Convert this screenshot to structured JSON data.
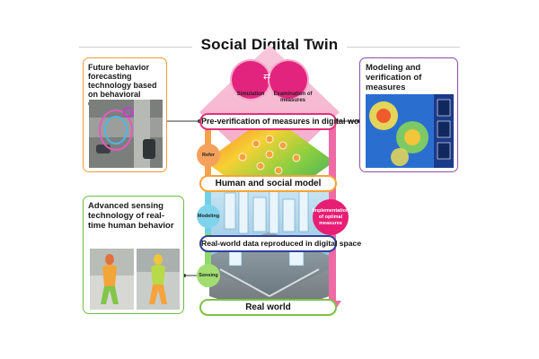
{
  "title": "Social Digital Twin",
  "panels": {
    "forecast": {
      "title": "Future behavior forecasting technology based on behavioral characteristics"
    },
    "sensing": {
      "title": "Advanced sensing technology of real-time human behavior"
    },
    "modeling": {
      "title": "Modeling and verification of measures"
    }
  },
  "top_circles": {
    "simulation": "Simulation",
    "examination": "Examination of measures"
  },
  "bars": {
    "pre_verification": "Pre-verification of measures in digital world",
    "human_social": "Human and social model",
    "real_world_data": "Real-world data reproduced in digital space",
    "real_world": "Real world"
  },
  "steps": {
    "refer": "Refer",
    "modeling": "Modeling",
    "sensing": "Sensing",
    "implementation": "Implementation of optimal measures"
  },
  "colors": {
    "forecast_border": "#f39a3a",
    "sensing_border": "#6cbf3c",
    "modeling_border": "#8b4ea6",
    "bar_pink": "#e0327a",
    "bar_blue": "#2f3f9e",
    "bar_orange": "#f3a33a",
    "bar_green": "#7cc242",
    "accent_magenta": "#e81e74"
  }
}
